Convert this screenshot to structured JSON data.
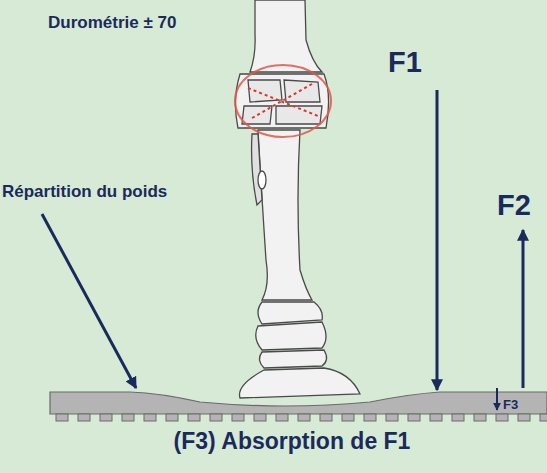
{
  "diagram": {
    "caption": "(F3) Absorption de F1",
    "labels": [
      "Durométrie ± 70",
      "F1",
      "F2",
      "Répartition du poids",
      "F3"
    ]
  }
}
